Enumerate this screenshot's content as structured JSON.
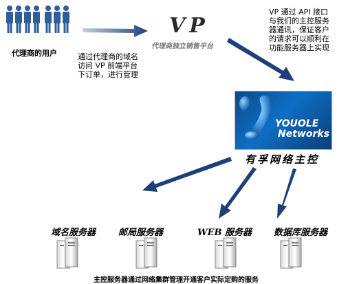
{
  "users": {
    "label": "代理商的用户"
  },
  "platform": {
    "title": "VP",
    "subtitle": "代理商独立销售平台"
  },
  "note_left": "通过代理商的域名\n访问 VP 前端平台\n下订单，进行管理",
  "note_right": "VP 通过 API 接口\n与我们的主控服务\n器通讯，保证客户\n的请求可以顺利在\n功能服务器上实现",
  "logo": {
    "line1": "YOUOLE",
    "line2": "Networks",
    "caption": "有孚网络主控"
  },
  "servers": [
    {
      "label": "域名服务器"
    },
    {
      "label": "邮局服务器"
    },
    {
      "label": "WEB 服务器"
    },
    {
      "label": "数据库服务器"
    }
  ],
  "footer": "主控服务器通过网络集群管理开通客户实际定购的服务",
  "colors": {
    "arrow": "#1f3f78",
    "user_icon": "#2f5e9a",
    "logo_bg": "#0f6fc4"
  }
}
